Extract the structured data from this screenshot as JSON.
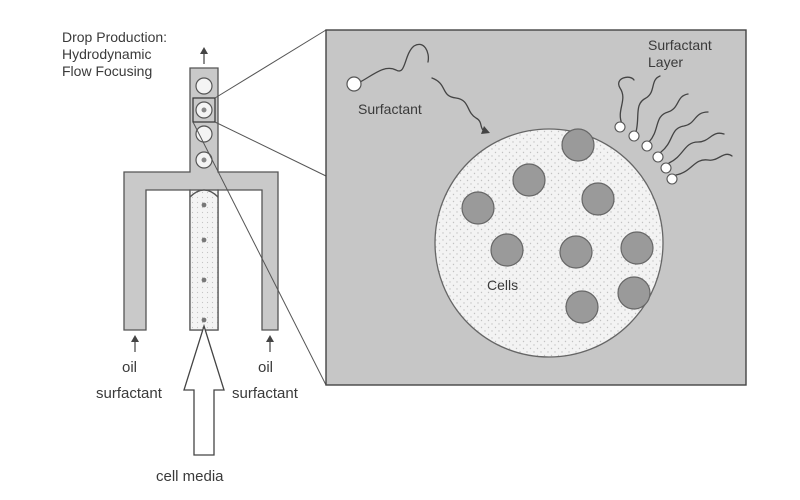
{
  "title_lines": [
    "Drop Production:",
    "Hydrodynamic",
    "Flow Focusing"
  ],
  "labels": {
    "oil_left": "oil",
    "surfactant_left": "surfactant",
    "oil_right": "oil",
    "surfactant_right": "surfactant",
    "cell_media": "cell media",
    "surfactant": "Surfactant",
    "surfactant_layer_line1": "Surfactant",
    "surfactant_layer_line2": "Layer",
    "cells": "Cells"
  },
  "colors": {
    "background": "#ffffff",
    "channel": "#c9c9c9",
    "zoom_panel": "#c6c6c6",
    "droplet": "#f2f2f2",
    "cell": "#9a9a9a",
    "line": "#555555"
  }
}
